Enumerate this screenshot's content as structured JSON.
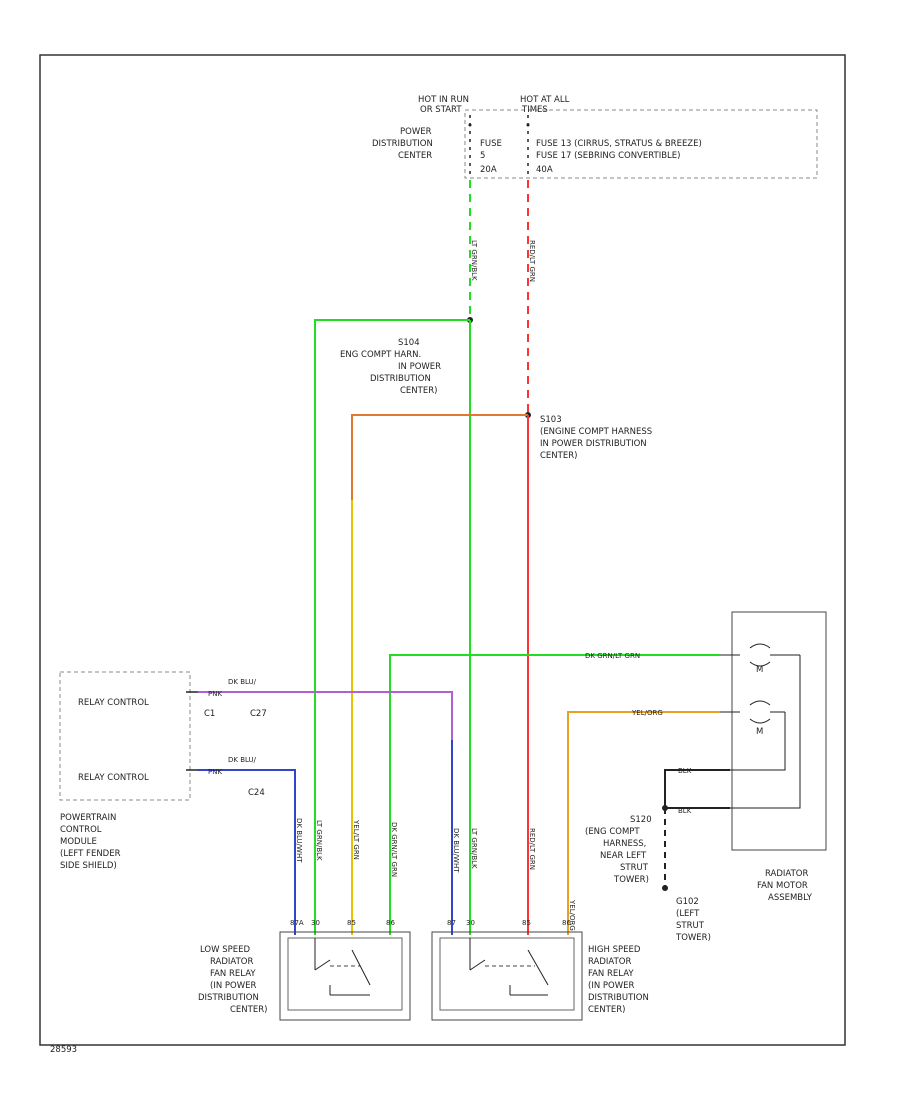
{
  "power_source": {
    "hot_in_run_1": "HOT IN RUN",
    "hot_in_run_2": "OR START",
    "hot_at_all_1": "HOT AT ALL",
    "hot_at_all_2": "TIMES",
    "pdc_1": "POWER",
    "pdc_2": "DISTRIBUTION",
    "pdc_3": "CENTER",
    "fuse_a_1": "FUSE",
    "fuse_a_2": "5",
    "fuse_a_3": "20A",
    "fuse_b_1": "FUSE 13   (CIRRUS, STRATUS & BREEZE)",
    "fuse_b_2": "FUSE 17   (SEBRING CONVERTIBLE)",
    "fuse_b_3": "40A"
  },
  "wires": {
    "lt_green_top": "LT GRN/BLK",
    "red_top": "RED/LT GRN",
    "dk_grn_yel": "DK GRN/LT GRN",
    "yellow": "YEL/ORG",
    "blk_1": "BLK",
    "blk_2": "BLK",
    "dk_blu_pnk_1a": "DK BLU/",
    "dk_blu_pnk_1b": "PNK",
    "dk_blu_pnk_2a": "DK BLU/",
    "dk_blu_pnk_2b": "PNK",
    "v_dk_blu_wht": "DK BLU/WHT",
    "v_lt_grn_blk_1": "LT GRN/BLK",
    "v_yel_lt_grn": "YEL/LT GRN",
    "v_dk_grn_lt_grn": "DK GRN/LT GRN",
    "v_dk_blu_wht_2": "DK BLU/WHT",
    "v_lt_grn_blk_2": "LT GRN/BLK",
    "v_red_lt_grn": "RED/LT GRN",
    "v_yel_org": "YEL/ORG",
    "pin_87a": "87A",
    "pin_30a": "30",
    "pin_85a": "85",
    "pin_86a": "86",
    "pin_87b": "87",
    "pin_30b": "30",
    "pin_85b": "85",
    "pin_86b": "86"
  },
  "splices": {
    "s104_1": "S104",
    "s104_2": "ENG COMPT HARN.",
    "s104_3": "IN POWER",
    "s104_4": "DISTRIBUTION",
    "s104_5": "CENTER)",
    "s103_1": "S103",
    "s103_2": "(ENGINE COMPT HARNESS",
    "s103_3": "IN POWER DISTRIBUTION",
    "s103_4": "CENTER)",
    "s120_1": "S120",
    "s120_2": "(ENG COMPT",
    "s120_3": "HARNESS,",
    "s120_4": "NEAR LEFT",
    "s120_5": "STRUT",
    "s120_6": "TOWER)",
    "g102_1": "G102",
    "g102_2": "(LEFT",
    "g102_3": "STRUT",
    "g102_4": "TOWER)"
  },
  "pcm": {
    "relay_control_1": "RELAY CONTROL",
    "relay_control_2": "RELAY CONTROL",
    "c1": "C1",
    "c27": "C27",
    "c24": "C24",
    "name_1": "POWERTRAIN",
    "name_2": "CONTROL",
    "name_3": "MODULE",
    "name_4": "(LEFT FENDER",
    "name_5": "SIDE SHIELD)"
  },
  "relays": {
    "low_1": "LOW SPEED",
    "low_2": "RADIATOR",
    "low_3": "FAN RELAY",
    "low_4": "(IN POWER",
    "low_5": "DISTRIBUTION",
    "low_6": "CENTER)",
    "high_1": "HIGH SPEED",
    "high_2": "RADIATOR",
    "high_3": "FAN RELAY",
    "high_4": "(IN POWER",
    "high_5": "DISTRIBUTION",
    "high_6": "CENTER)"
  },
  "fan": {
    "name_1": "RADIATOR",
    "name_2": "FAN MOTOR",
    "name_3": "ASSEMBLY",
    "motor_1": "M",
    "motor_2": "M"
  },
  "footer": {
    "code": "28593"
  },
  "colors": {
    "green": "#22dd22",
    "red": "#ff3333",
    "orange": "#e07830",
    "yellow": "#e8c000",
    "purple": "#b060d0",
    "blue": "#3344cc",
    "black": "#222222"
  }
}
